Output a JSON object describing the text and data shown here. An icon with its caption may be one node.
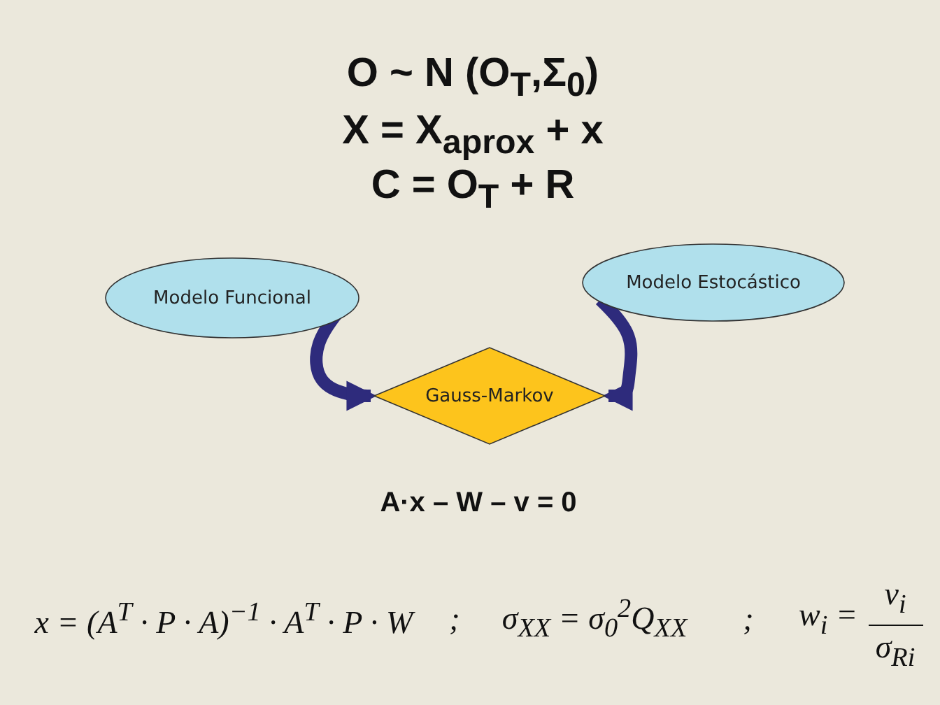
{
  "diagram": {
    "nodes": [
      {
        "text": [
          "Modelo Funcional"
        ]
      },
      {
        "text": [
          "Modelo Estocástico"
        ]
      },
      {
        "text": [
          "Gauss-Markov"
        ]
      }
    ],
    "edges": [
      {
        "from": 0,
        "to": 2,
        "arrow": "to"
      },
      {
        "from": 1,
        "to": 2,
        "arrow": "to"
      }
    ],
    "labels": [
      "O ~ N (O$_{T}$,Σ$_{0}$)",
      "X = X$_{aprox}$ + x",
      "C = O$_{T}$ + R",
      "A·x – W – v = 0",
      "x = (A$^{T}$ · P · A)$^{−1}$ · A$^{T}$ · P · W",
      ";",
      "σ$_{XX}$ = σ$_{0}$$^{2}$Q$_{XX}$",
      ";",
      "w$_{i}$ =",
      "v$_{i}$",
      "σ$_{Ri}$"
    ]
  }
}
